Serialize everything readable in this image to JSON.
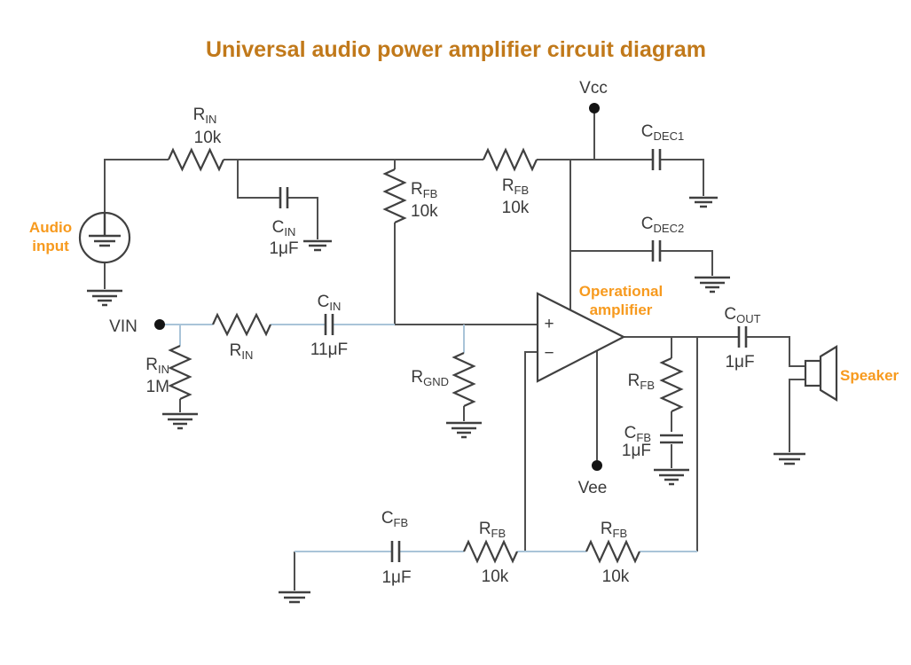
{
  "title": "Universal audio power amplifier circuit diagram",
  "colors": {
    "title_orange": "#c1791a",
    "annotation_orange": "#f79a1e",
    "wire_dark": "#4f4f4f",
    "wire_signal_blue": "#a9c4d8",
    "component_stroke": "#404040"
  },
  "nodes": {
    "vcc": "Vcc",
    "vee": "Vee",
    "vin": "VIN"
  },
  "annotations": {
    "audio_input_line1": "Audio",
    "audio_input_line2": "input",
    "opamp_line1": "Operational",
    "opamp_line2": "amplifier",
    "opamp_plus": "+",
    "opamp_minus": "−",
    "speaker": "Speaker"
  },
  "parts": {
    "rin_top": {
      "p": "R",
      "s": "IN",
      "v": "10k"
    },
    "cin_top": {
      "p": "C",
      "s": "IN",
      "v": "1μF"
    },
    "rfb_shunt": {
      "p": "R",
      "s": "FB",
      "v": "10k"
    },
    "rfb_top": {
      "p": "R",
      "s": "FB",
      "v": "10k"
    },
    "cdec1": {
      "p": "C",
      "s": "DEC1"
    },
    "cdec2": {
      "p": "C",
      "s": "DEC2"
    },
    "rin_shunt": {
      "p": "R",
      "s": "IN",
      "v": "1M"
    },
    "rin_series": {
      "p": "R",
      "s": "IN"
    },
    "cin_series": {
      "p": "C",
      "s": "IN",
      "v": "11μF"
    },
    "rgnd": {
      "p": "R",
      "s": "GND"
    },
    "rfb_out": {
      "p": "R",
      "s": "FB"
    },
    "cfb_out": {
      "p": "C",
      "s": "FB",
      "v": "1μF"
    },
    "cout": {
      "p": "C",
      "s": "OUT",
      "v": "1μF"
    },
    "cfb_bottom": {
      "p": "C",
      "s": "FB",
      "v": "1μF"
    },
    "rfb_bottom1": {
      "p": "R",
      "s": "FB",
      "v": "10k"
    },
    "rfb_bottom2": {
      "p": "R",
      "s": "FB",
      "v": "10k"
    }
  }
}
